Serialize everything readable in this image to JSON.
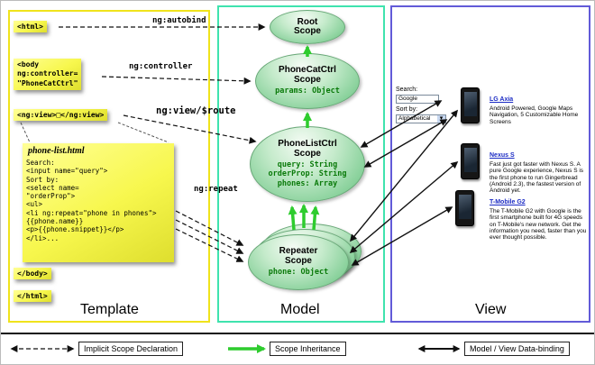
{
  "template_panel": {
    "label": "Template",
    "html_open": "<html>",
    "body_open": "<body\nng:controller=\n\"PhoneCatCtrl\"",
    "ng_view": "<ng:view>□</ng:view>",
    "phone_list": {
      "title": "phone-list.html",
      "code": "Search:\n<input name=\"query\">\nSort by:\n<select name=\n\"orderProp\">\n<ul>\n<li ng:repeat=\"phone in phones\">\n{{phone.name}}\n<p>{{phone.snippet}}</p>\n</li>..."
    },
    "body_close": "</body>",
    "html_close": "</html>"
  },
  "model_panel": {
    "label": "Model",
    "scopes": {
      "root": {
        "name": "Root Scope"
      },
      "phonecat": {
        "name": "PhoneCatCtrl Scope",
        "props": "params: Object"
      },
      "phonelist": {
        "name": "PhoneListCtrl Scope",
        "props": "query: String\norderProp: String\nphones: Array"
      },
      "repeater": {
        "name": "Repeater Scope",
        "props": "phone: Object"
      }
    }
  },
  "arrow_labels": {
    "autobind": "ng:autobind",
    "controller": "ng:controller",
    "view_route": "ng:view/$route",
    "repeat": "ng:repeat"
  },
  "view_panel": {
    "label": "View",
    "search_label": "Search:",
    "search_value": "Google",
    "sort_label": "Sort by:",
    "sort_value": "Alphabetical",
    "phones": [
      {
        "name": "LG Axia",
        "desc": "Android Powered, Google Maps Navigation, 5 Customizable Home Screens"
      },
      {
        "name": "Nexus S",
        "desc": "Fast just got faster with Nexus S. A pure Google experience, Nexus S is the first phone to run Gingerbread (Android 2.3), the fastest version of Android yet."
      },
      {
        "name": "T-Mobile G2",
        "desc": "The T-Mobile G2 with Google is the first smartphone built for 4G speeds on T-Mobile's new network. Get the information you need, faster than you ever thought possible."
      }
    ]
  },
  "legend": {
    "implicit": "Implicit Scope Declaration",
    "inheritance": "Scope Inheritance",
    "databinding": "Model / View Data-binding"
  },
  "colors": {
    "template_border": "#f0e31c",
    "model_border": "#3fe3ae",
    "view_border": "#625bd8",
    "note_yellow": "#f7f74d",
    "scope_green": "#86d099",
    "props_text_green": "#0a7a0a",
    "inheritance_arrow_green": "#2ecc2e",
    "link_blue": "#1b2bc4"
  }
}
